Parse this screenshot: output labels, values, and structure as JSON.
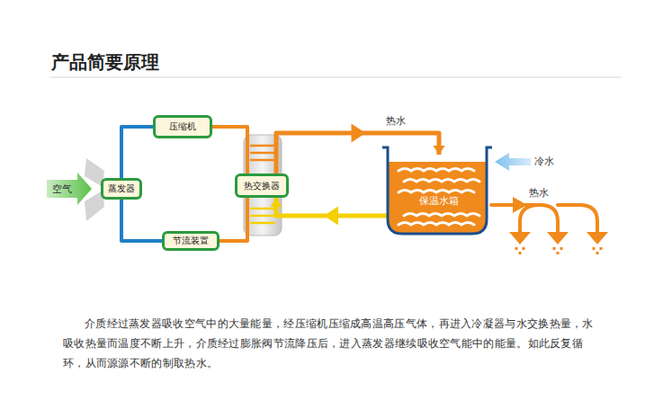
{
  "diagram": {
    "title": "产品简要原理",
    "nodes": [
      {
        "text": [
          "压缩机"
        ]
      },
      {
        "text": [
          "蒸发器"
        ]
      },
      {
        "text": [
          "热交换器"
        ]
      },
      {
        "text": [
          "节流装置"
        ]
      },
      {
        "text": [
          "保温水箱"
        ]
      }
    ],
    "edges": [
      {
        "from": 1,
        "to": 0,
        "arrow": "none"
      },
      {
        "from": 0,
        "to": 2,
        "arrow": "none"
      },
      {
        "from": 2,
        "to": 3,
        "arrow": "none"
      },
      {
        "from": 3,
        "to": 1,
        "arrow": "none"
      },
      {
        "from": 2,
        "to": 4,
        "arrow": "to"
      },
      {
        "from": 4,
        "to": 2,
        "arrow": "to"
      }
    ],
    "labels": [
      "空气",
      "热水",
      "冷水",
      "热水"
    ],
    "caption": "介质经过蒸发器吸收空气中的大量能量，经压缩机压缩成高温高压气体，再进入冷凝器与水交换热量，水吸收热量而温度不断上升，介质经过膨胀阀节流降压后，进入蒸发器继续吸收空气能中的能量。如此反复循环，从而源源不断的制取热水。"
  }
}
